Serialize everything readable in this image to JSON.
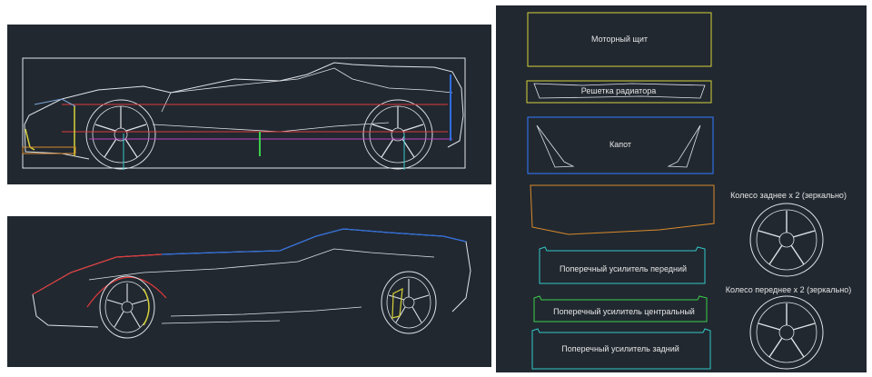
{
  "parts": {
    "firewall": "Моторный щит",
    "grille": "Решетка радиатора",
    "hood": "Капот",
    "front_brace": "Поперечный усилитель передний",
    "center_brace": "Поперечный усилитель центральный",
    "rear_brace": "Поперечный усилитель задний",
    "rear_wheel": "Колесо заднее х 2 (зеркально)",
    "front_wheel": "Колесо переднее х 2 (зеркально)"
  },
  "colors": {
    "background": "#212830",
    "line": "#dfe3e8",
    "red": "#e03a3a",
    "yellow": "#d6d23a",
    "blue": "#2f6fe0",
    "orange": "#d98a2b",
    "cyan": "#33c7c7",
    "green": "#3ccf4a",
    "magenta": "#c040c0"
  }
}
